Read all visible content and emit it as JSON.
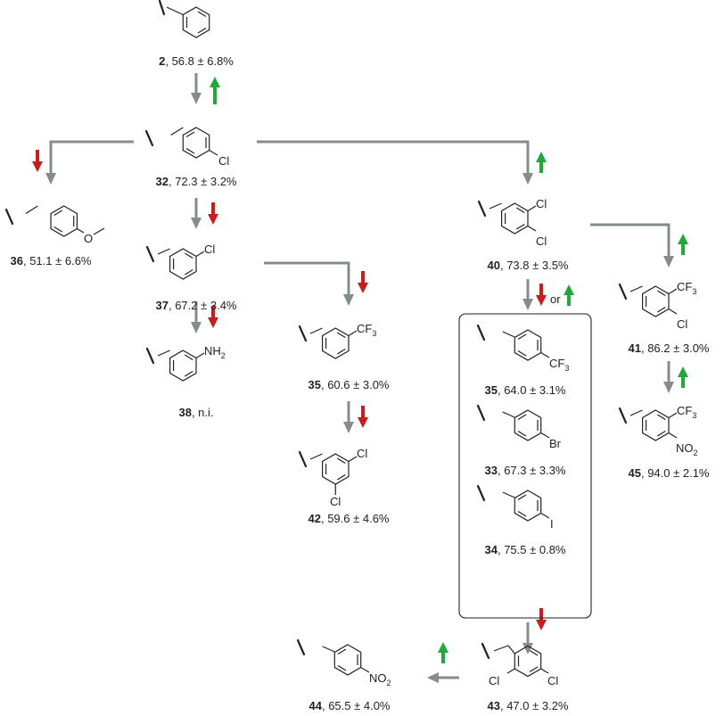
{
  "colors": {
    "flow": "#858c8c",
    "up": "#22a83a",
    "down": "#c41e1e",
    "ink": "#222222"
  },
  "compounds": [
    {
      "key": "c2",
      "id": "2",
      "value": "56.8 ± 6.8%"
    },
    {
      "key": "c32",
      "id": "32",
      "value": "72.3 ± 3.2%"
    },
    {
      "key": "c36",
      "id": "36",
      "value": "51.1 ± 6.6%"
    },
    {
      "key": "c37",
      "id": "37",
      "value": "67.2 ± 3.4%"
    },
    {
      "key": "c38",
      "id": "38",
      "value": "n.i."
    },
    {
      "key": "c35a",
      "id": "35",
      "value": "60.6 ± 3.0%"
    },
    {
      "key": "c42",
      "id": "42",
      "value": "59.6 ± 4.6%"
    },
    {
      "key": "c40",
      "id": "40",
      "value": "73.8 ± 3.5%"
    },
    {
      "key": "c35b",
      "id": "35",
      "value": "64.0 ± 3.1%"
    },
    {
      "key": "c33",
      "id": "33",
      "value": "67.3 ± 3.3%"
    },
    {
      "key": "c34",
      "id": "34",
      "value": "75.5 ± 0.8%"
    },
    {
      "key": "c41",
      "id": "41",
      "value": "86.2 ± 3.0%"
    },
    {
      "key": "c45",
      "id": "45",
      "value": "94.0 ± 2.1%"
    },
    {
      "key": "c43",
      "id": "43",
      "value": "47.0 ± 3.2%"
    },
    {
      "key": "c44",
      "id": "44",
      "value": "65.5 ± 4.0%"
    }
  ],
  "substituents": {
    "cl": "Cl",
    "o": "O",
    "nh2_main": "NH",
    "nh2_sub": "2",
    "cf3_main": "CF",
    "cf3_sub": "3",
    "br": "Br",
    "i": "I",
    "no2_main": "NO",
    "no2_sub": "2"
  },
  "or_label": "or",
  "trends": [
    {
      "edge": "2-32",
      "direction": "up"
    },
    {
      "edge": "32-36",
      "direction": "down"
    },
    {
      "edge": "32-37",
      "direction": "down"
    },
    {
      "edge": "32-40",
      "direction": "up"
    },
    {
      "edge": "37-38",
      "direction": "down"
    },
    {
      "edge": "37-35",
      "direction": "down"
    },
    {
      "edge": "35-42",
      "direction": "down"
    },
    {
      "edge": "40-box",
      "direction": "down or up"
    },
    {
      "edge": "40-41",
      "direction": "up"
    },
    {
      "edge": "41-45",
      "direction": "up"
    },
    {
      "edge": "box-43",
      "direction": "down"
    },
    {
      "edge": "43-44",
      "direction": "up"
    }
  ]
}
